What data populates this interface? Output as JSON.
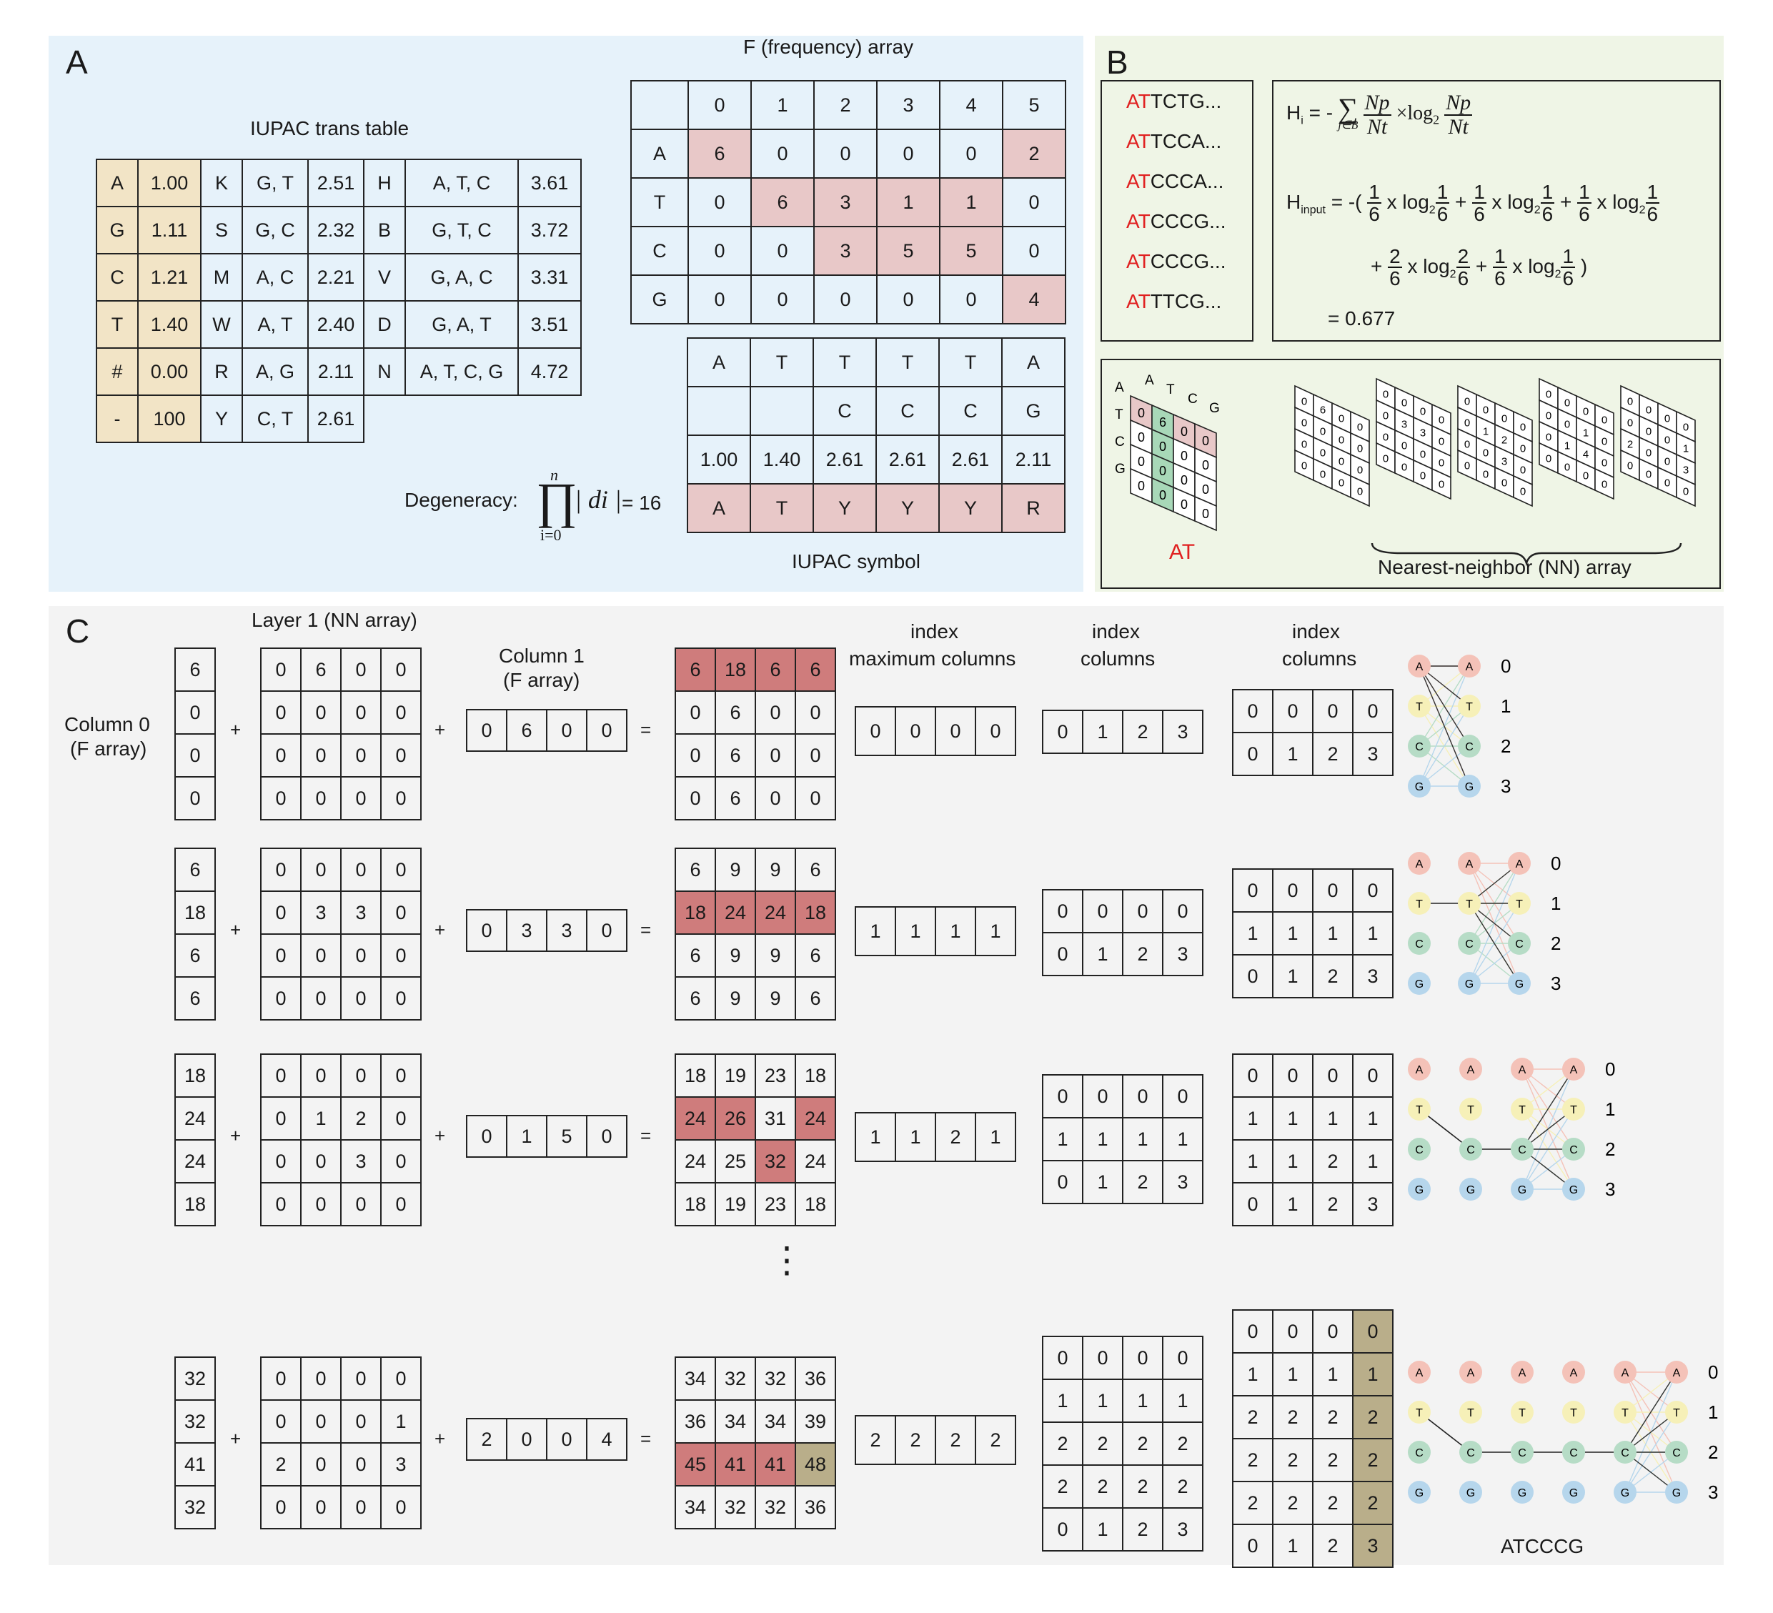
{
  "panels": {
    "a": "A",
    "b": "B",
    "c": "C"
  },
  "panelA": {
    "iupac_title": "IUPAC  trans table",
    "iupac_table": [
      [
        "A",
        "1.00",
        "K",
        "G, T",
        "2.51",
        "H",
        "A, T, C",
        "3.61"
      ],
      [
        "G",
        "1.11",
        "S",
        "G, C",
        "2.32",
        "B",
        "G, T, C",
        "3.72"
      ],
      [
        "C",
        "1.21",
        "M",
        "A, C",
        "2.21",
        "V",
        "G, A, C",
        "3.31"
      ],
      [
        "T",
        "1.40",
        "W",
        "A, T",
        "2.40",
        "D",
        "G, A, T",
        "3.51"
      ],
      [
        "#",
        "0.00",
        "R",
        "A, G",
        "2.11",
        "N",
        "A, T, C, G",
        "4.72"
      ],
      [
        "-",
        "100",
        "Y",
        "C, T",
        "2.61",
        "",
        "",
        ""
      ]
    ],
    "f_title": "F (frequency) array",
    "f_header": [
      "",
      "0",
      "1",
      "2",
      "3",
      "4",
      "5"
    ],
    "f_rows": [
      [
        "A",
        "6",
        "0",
        "0",
        "0",
        "0",
        "2"
      ],
      [
        "T",
        "0",
        "6",
        "3",
        "1",
        "1",
        "0"
      ],
      [
        "C",
        "0",
        "0",
        "3",
        "5",
        "5",
        "0"
      ],
      [
        "G",
        "0",
        "0",
        "0",
        "0",
        "0",
        "4"
      ]
    ],
    "sym_rows": [
      [
        "A",
        "T",
        "T",
        "T",
        "T",
        "A"
      ],
      [
        "",
        "",
        "C",
        "C",
        "C",
        "G"
      ],
      [
        "1.00",
        "1.40",
        "2.61",
        "2.61",
        "2.61",
        "2.11"
      ],
      [
        "A",
        "T",
        "Y",
        "Y",
        "Y",
        "R"
      ]
    ],
    "sym_title": "IUPAC symbol",
    "degeneracy_label": "Degeneracy:",
    "degeneracy_result": "= 16",
    "prod_top": "n",
    "prod_bottom": "i=0",
    "prod_term": "| di |"
  },
  "panelB": {
    "seqs": [
      {
        "red": "AT",
        "rest": "TCTG..."
      },
      {
        "red": "AT",
        "rest": "TCCA..."
      },
      {
        "red": "AT",
        "rest": "CCCA..."
      },
      {
        "red": "AT",
        "rest": "CCCG..."
      },
      {
        "red": "AT",
        "rest": "CCCG..."
      },
      {
        "red": "AT",
        "rest": "TTCG..."
      }
    ],
    "eq_result": "= 0.677",
    "bases": [
      "A",
      "T",
      "C",
      "G"
    ],
    "at_label": "AT",
    "nn_label": "Nearest-neighbor (NN) array",
    "at_matrix": [
      [
        "0",
        "6",
        "0",
        "0"
      ],
      [
        "0",
        "0",
        "0",
        "0"
      ],
      [
        "0",
        "0",
        "0",
        "0"
      ],
      [
        "0",
        "0",
        "0",
        "0"
      ]
    ]
  },
  "panelC": {
    "layer_title": "Layer 1 (NN array)",
    "col0_label": [
      "Column 0",
      "(F array)"
    ],
    "col1_label": [
      "Column 1",
      "(F array)"
    ],
    "imax_label": [
      "index",
      "maximum columns"
    ],
    "idx_label": [
      "index",
      "columns"
    ],
    "idx2_label": [
      "index",
      "columns"
    ],
    "dots": "⋮",
    "final_seq": "ATCCCG",
    "node_letters": [
      "A",
      "T",
      "C",
      "G"
    ],
    "node_nums": [
      "0",
      "1",
      "2",
      "3"
    ],
    "rows": [
      {
        "col0": [
          "6",
          "0",
          "0",
          "0"
        ],
        "nn": [
          [
            "0",
            "6",
            "0",
            "0"
          ],
          [
            "0",
            "0",
            "0",
            "0"
          ],
          [
            "0",
            "0",
            "0",
            "0"
          ],
          [
            "0",
            "0",
            "0",
            "0"
          ]
        ],
        "col1": [
          "0",
          "6",
          "0",
          "0"
        ],
        "res": [
          [
            "6",
            "18",
            "6",
            "6"
          ],
          [
            "0",
            "6",
            "0",
            "0"
          ],
          [
            "0",
            "6",
            "0",
            "0"
          ],
          [
            "0",
            "6",
            "0",
            "0"
          ]
        ],
        "imax": [
          "0",
          "0",
          "0",
          "0"
        ],
        "idx": [
          [
            "0",
            "1",
            "2",
            "3"
          ]
        ],
        "idx2": [
          [
            "0",
            "0",
            "0",
            "0"
          ],
          [
            "0",
            "1",
            "2",
            "3"
          ]
        ]
      },
      {
        "col0": [
          "6",
          "18",
          "6",
          "6"
        ],
        "nn": [
          [
            "0",
            "0",
            "0",
            "0"
          ],
          [
            "0",
            "3",
            "3",
            "0"
          ],
          [
            "0",
            "0",
            "0",
            "0"
          ],
          [
            "0",
            "0",
            "0",
            "0"
          ]
        ],
        "col1": [
          "0",
          "3",
          "3",
          "0"
        ],
        "res": [
          [
            "6",
            "9",
            "9",
            "6"
          ],
          [
            "18",
            "24",
            "24",
            "18"
          ],
          [
            "6",
            "9",
            "9",
            "6"
          ],
          [
            "6",
            "9",
            "9",
            "6"
          ]
        ],
        "imax": [
          "1",
          "1",
          "1",
          "1"
        ],
        "idx": [
          [
            "0",
            "0",
            "0",
            "0"
          ],
          [
            "0",
            "1",
            "2",
            "3"
          ]
        ],
        "idx2": [
          [
            "0",
            "0",
            "0",
            "0"
          ],
          [
            "1",
            "1",
            "1",
            "1"
          ],
          [
            "0",
            "1",
            "2",
            "3"
          ]
        ]
      },
      {
        "col0": [
          "18",
          "24",
          "24",
          "18"
        ],
        "nn": [
          [
            "0",
            "0",
            "0",
            "0"
          ],
          [
            "0",
            "1",
            "2",
            "0"
          ],
          [
            "0",
            "0",
            "3",
            "0"
          ],
          [
            "0",
            "0",
            "0",
            "0"
          ]
        ],
        "col1": [
          "0",
          "1",
          "5",
          "0"
        ],
        "res": [
          [
            "18",
            "19",
            "23",
            "18"
          ],
          [
            "24",
            "26",
            "31",
            "24"
          ],
          [
            "24",
            "25",
            "32",
            "24"
          ],
          [
            "18",
            "19",
            "23",
            "18"
          ]
        ],
        "imax": [
          "1",
          "1",
          "2",
          "1"
        ],
        "idx": [
          [
            "0",
            "0",
            "0",
            "0"
          ],
          [
            "1",
            "1",
            "1",
            "1"
          ],
          [
            "0",
            "1",
            "2",
            "3"
          ]
        ],
        "idx2": [
          [
            "0",
            "0",
            "0",
            "0"
          ],
          [
            "1",
            "1",
            "1",
            "1"
          ],
          [
            "1",
            "1",
            "2",
            "1"
          ],
          [
            "0",
            "1",
            "2",
            "3"
          ]
        ]
      },
      {
        "col0": [
          "32",
          "32",
          "41",
          "32"
        ],
        "nn": [
          [
            "0",
            "0",
            "0",
            "0"
          ],
          [
            "0",
            "0",
            "0",
            "1"
          ],
          [
            "2",
            "0",
            "0",
            "3"
          ],
          [
            "0",
            "0",
            "0",
            "0"
          ]
        ],
        "col1": [
          "2",
          "0",
          "0",
          "4"
        ],
        "res": [
          [
            "34",
            "32",
            "32",
            "36"
          ],
          [
            "36",
            "34",
            "34",
            "39"
          ],
          [
            "45",
            "41",
            "41",
            "48"
          ],
          [
            "34",
            "32",
            "32",
            "36"
          ]
        ],
        "imax": [
          "2",
          "2",
          "2",
          "2"
        ],
        "idx": [
          [
            "0",
            "0",
            "0",
            "0"
          ],
          [
            "1",
            "1",
            "1",
            "1"
          ],
          [
            "2",
            "2",
            "2",
            "2"
          ],
          [
            "2",
            "2",
            "2",
            "2"
          ],
          [
            "0",
            "1",
            "2",
            "3"
          ]
        ],
        "idx2": [
          [
            "0",
            "0",
            "0",
            "0"
          ],
          [
            "1",
            "1",
            "1",
            "1"
          ],
          [
            "2",
            "2",
            "2",
            "2"
          ],
          [
            "2",
            "2",
            "2",
            "2"
          ],
          [
            "2",
            "2",
            "2",
            "2"
          ],
          [
            "0",
            "1",
            "2",
            "3"
          ]
        ]
      }
    ]
  },
  "colors": {
    "panelA_bg": "#e6f2fa",
    "panelB_bg": "#eff5e6",
    "panelC_bg": "#f3f3f3",
    "pink": "#e8c8c8",
    "dark_red": "#cf7c7c",
    "olive": "#b9ae8a",
    "tan": "#f2e4c6",
    "node_A": "#f4c2b8",
    "node_T": "#f6f0b8",
    "node_C": "#b6dcc6",
    "node_G": "#b6d6ec"
  }
}
